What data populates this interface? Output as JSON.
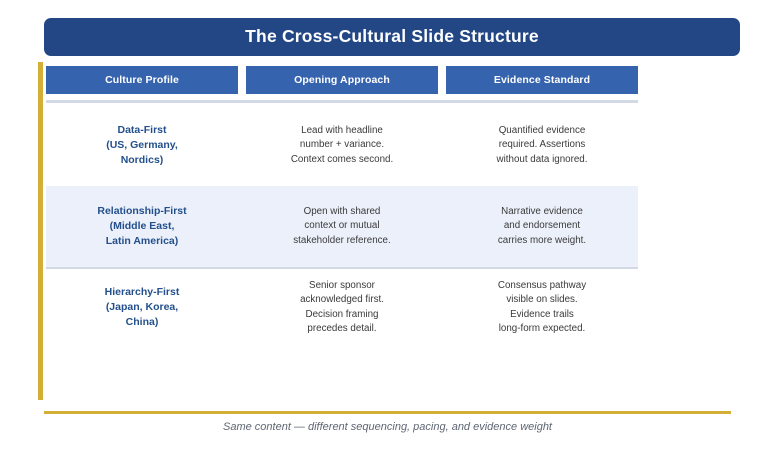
{
  "slide": {
    "title": "The Cross-Cultural Slide Structure",
    "footer_note": "Same content — different sequencing, pacing, and evidence weight"
  },
  "colors": {
    "title_bar": "#234785",
    "header_chip": "#3663AE",
    "gold_accent": "#D4AF37",
    "shaded_row": "#EBF0FA",
    "separator": "#D2D8E4",
    "profile_text": "#23508C",
    "body_text": "#3A3A3A",
    "footer_text": "#5F6673"
  },
  "table": {
    "columns": [
      {
        "label": "Culture Profile"
      },
      {
        "label": "Opening Approach"
      },
      {
        "label": "Evidence Standard"
      }
    ],
    "rows": [
      {
        "shaded": false,
        "profile": "Data-First\n(US, Germany,\nNordics)",
        "opening": "Lead with headline\nnumber + variance.\nContext comes second.",
        "evidence": "Quantified evidence\nrequired. Assertions\nwithout data ignored."
      },
      {
        "shaded": true,
        "profile": "Relationship-First\n(Middle East,\nLatin America)",
        "opening": "Open with shared\ncontext or mutual\nstakeholder reference.",
        "evidence": "Narrative evidence\nand endorsement\ncarries more weight."
      },
      {
        "shaded": false,
        "profile": "Hierarchy-First\n(Japan, Korea,\nChina)",
        "opening": "Senior sponsor\nacknowledged first.\nDecision framing\nprecedes detail.",
        "evidence": "Consensus pathway\nvisible on slides.\nEvidence trails\nlong-form expected."
      }
    ]
  }
}
